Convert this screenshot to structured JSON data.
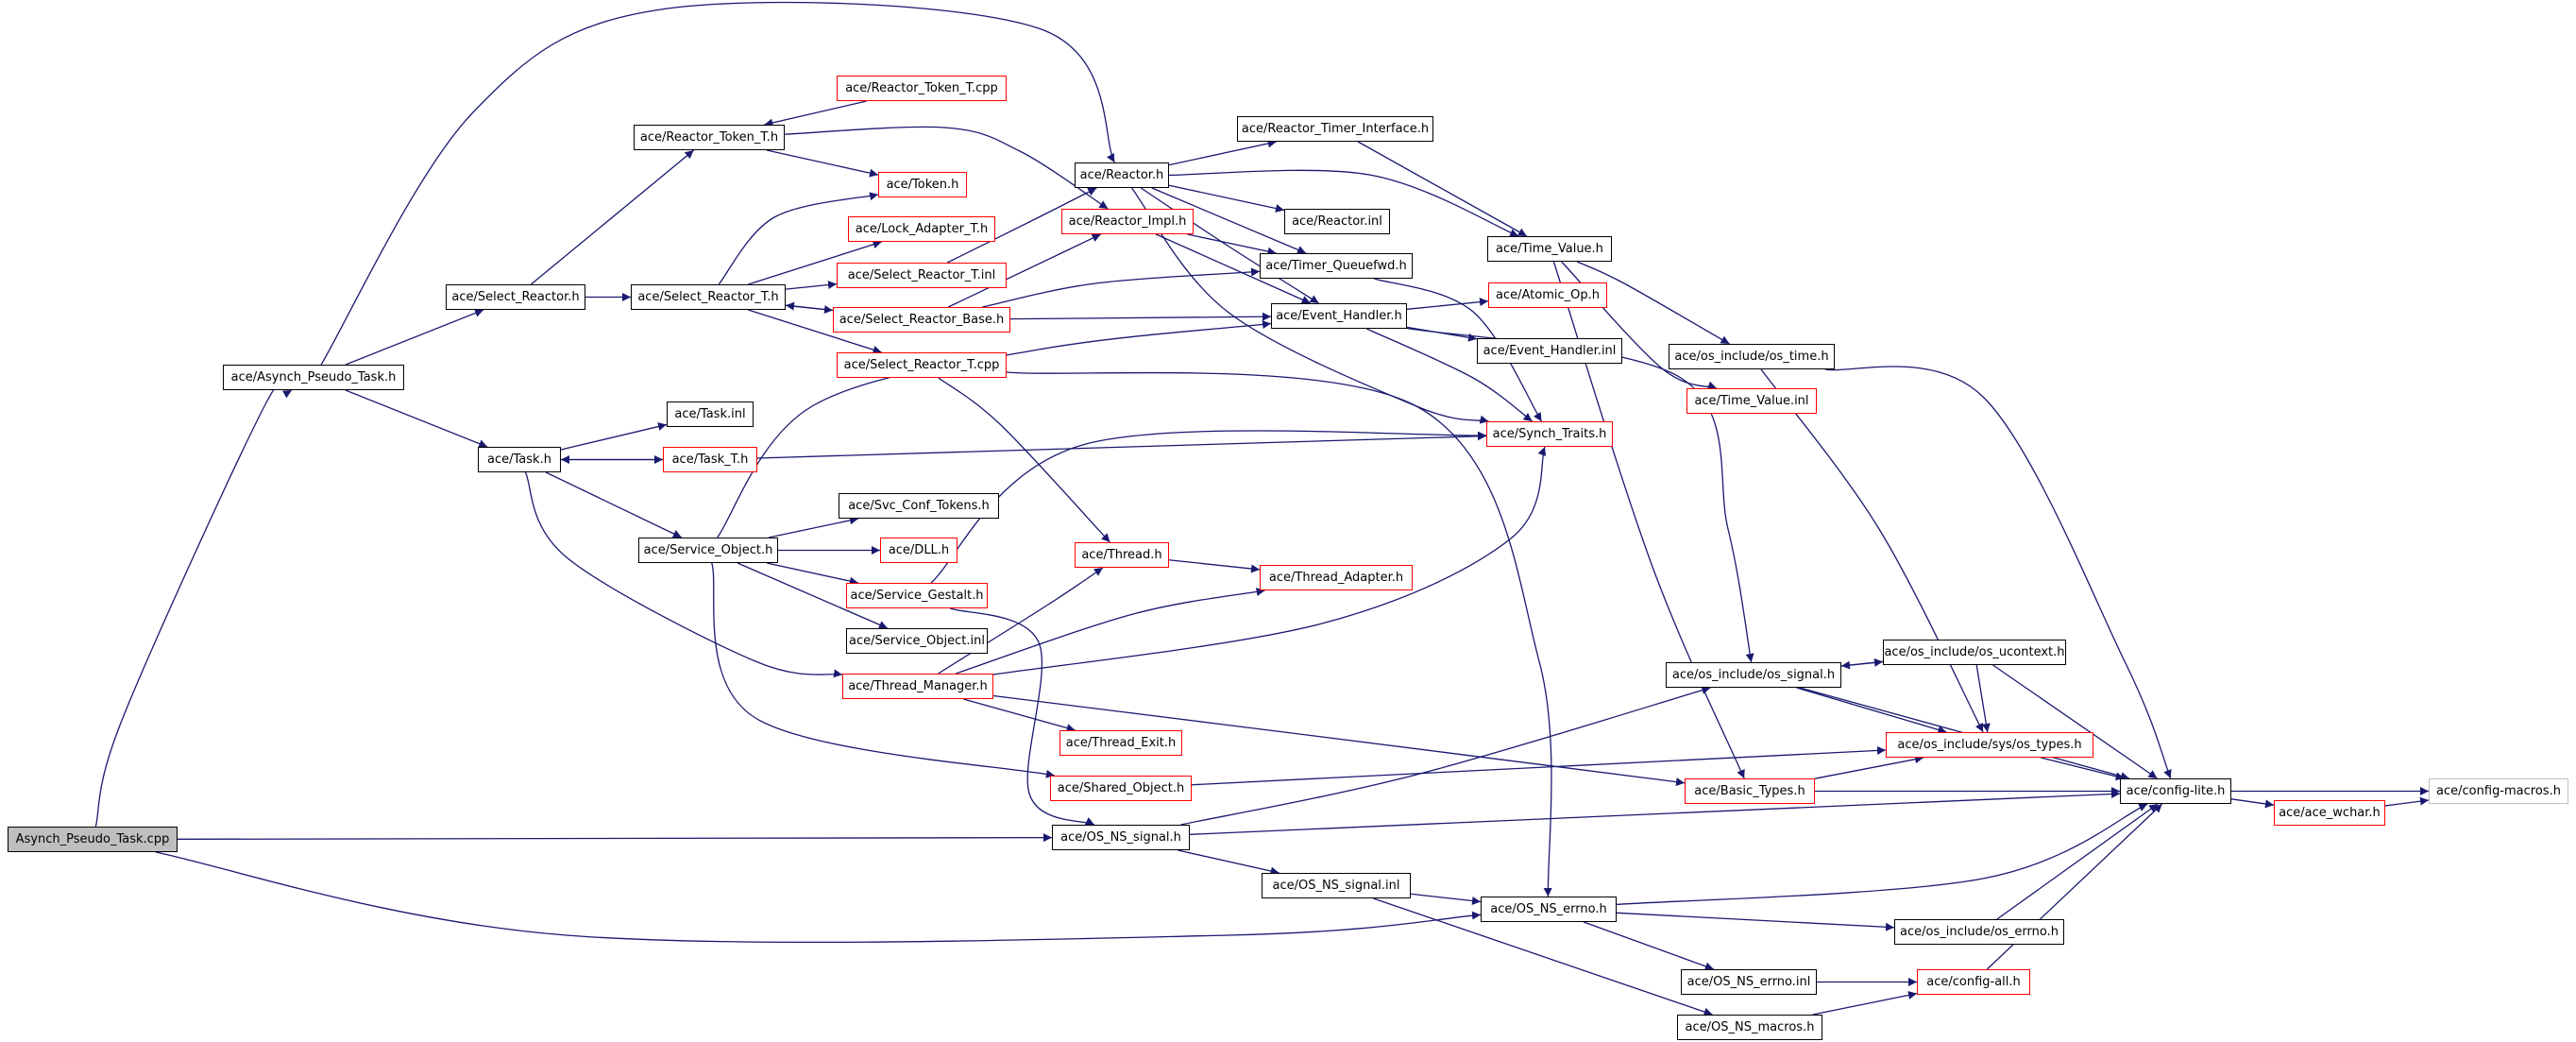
{
  "graph": {
    "colors": {
      "edge": "#191970",
      "node_border": "#000000",
      "truncated_border": "#ff0000",
      "external_border": "#bfbfbf",
      "root_fill": "#bfbfbf"
    },
    "nodes": {
      "root": "Asynch_Pseudo_Task.cpp",
      "asynch_h": "ace/Asynch_Pseudo_Task.h",
      "select_reactor_h": "ace/Select_Reactor.h",
      "reactor_token_t_cpp": "ace/Reactor_Token_T.cpp",
      "reactor_token_t_h": "ace/Reactor_Token_T.h",
      "token_h": "ace/Token.h",
      "lock_adapter_t_h": "ace/Lock_Adapter_T.h",
      "select_reactor_t_h": "ace/Select_Reactor_T.h",
      "select_reactor_t_inl": "ace/Select_Reactor_T.inl",
      "select_reactor_base_h": "ace/Select_Reactor_Base.h",
      "select_reactor_t_cpp": "ace/Select_Reactor_T.cpp",
      "reactor_h": "ace/Reactor.h",
      "reactor_impl_h": "ace/Reactor_Impl.h",
      "reactor_timer_interface_h": "ace/Reactor_Timer_Interface.h",
      "reactor_inl": "ace/Reactor.inl",
      "timer_queuefwd_h": "ace/Timer_Queuefwd.h",
      "event_handler_h": "ace/Event_Handler.h",
      "event_handler_inl": "ace/Event_Handler.inl",
      "atomic_op_h": "ace/Atomic_Op.h",
      "time_value_h": "ace/Time_Value.h",
      "time_value_inl": "ace/Time_Value.inl",
      "os_time_h": "ace/os_include/os_time.h",
      "synch_traits_h": "ace/Synch_Traits.h",
      "task_inl": "ace/Task.inl",
      "task_h": "ace/Task.h",
      "task_t_h": "ace/Task_T.h",
      "svc_conf_tokens_h": "ace/Svc_Conf_Tokens.h",
      "service_object_h": "ace/Service_Object.h",
      "dll_h": "ace/DLL.h",
      "service_gestalt_h": "ace/Service_Gestalt.h",
      "service_object_inl": "ace/Service_Object.inl",
      "thread_manager_h": "ace/Thread_Manager.h",
      "thread_h": "ace/Thread.h",
      "thread_adapter_h": "ace/Thread_Adapter.h",
      "thread_exit_h": "ace/Thread_Exit.h",
      "shared_object_h": "ace/Shared_Object.h",
      "os_ns_signal_h": "ace/OS_NS_signal.h",
      "os_ns_signal_inl": "ace/OS_NS_signal.inl",
      "os_ns_errno_h": "ace/OS_NS_errno.h",
      "os_ns_errno_inl": "ace/OS_NS_errno.inl",
      "os_ns_macros_h": "ace/OS_NS_macros.h",
      "os_signal_h": "ace/os_include/os_signal.h",
      "os_ucontext_h": "ace/os_include/os_ucontext.h",
      "os_types_h": "ace/os_include/sys/os_types.h",
      "basic_types_h": "ace/Basic_Types.h",
      "config_lite_h": "ace/config-lite.h",
      "ace_wchar_h": "ace/ace_wchar.h",
      "config_macros_h": "ace/config-macros.h",
      "os_errno_h": "ace/os_include/os_errno.h",
      "config_all_h": "ace/config-all.h"
    }
  }
}
